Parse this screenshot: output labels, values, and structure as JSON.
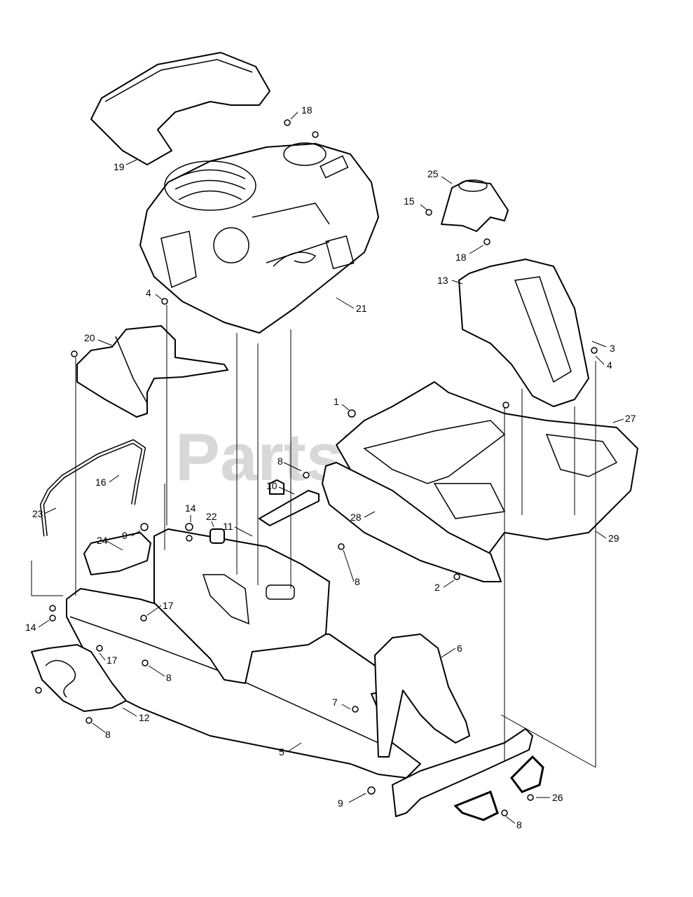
{
  "watermark": {
    "text": "PartsTree",
    "trademark": "™"
  },
  "callouts": [
    {
      "id": "c-18a",
      "label": "18"
    },
    {
      "id": "c-19",
      "label": "19"
    },
    {
      "id": "c-4a",
      "label": "4"
    },
    {
      "id": "c-21",
      "label": "21"
    },
    {
      "id": "c-20",
      "label": "20"
    },
    {
      "id": "c-15",
      "label": "15"
    },
    {
      "id": "c-25",
      "label": "25"
    },
    {
      "id": "c-18b",
      "label": "18"
    },
    {
      "id": "c-13",
      "label": "13"
    },
    {
      "id": "c-3",
      "label": "3"
    },
    {
      "id": "c-4b",
      "label": "4"
    },
    {
      "id": "c-27",
      "label": "27"
    },
    {
      "id": "c-1",
      "label": "1"
    },
    {
      "id": "c-16",
      "label": "16"
    },
    {
      "id": "c-23",
      "label": "23"
    },
    {
      "id": "c-8a",
      "label": "8"
    },
    {
      "id": "c-10",
      "label": "10"
    },
    {
      "id": "c-14a",
      "label": "14"
    },
    {
      "id": "c-22",
      "label": "22"
    },
    {
      "id": "c-11",
      "label": "11"
    },
    {
      "id": "c-9a",
      "label": "9"
    },
    {
      "id": "c-24",
      "label": "24"
    },
    {
      "id": "c-8b",
      "label": "8"
    },
    {
      "id": "c-28",
      "label": "28"
    },
    {
      "id": "c-29",
      "label": "29"
    },
    {
      "id": "c-2",
      "label": "2"
    },
    {
      "id": "c-17a",
      "label": "17"
    },
    {
      "id": "c-14b",
      "label": "14"
    },
    {
      "id": "c-6",
      "label": "6"
    },
    {
      "id": "c-17b",
      "label": "17"
    },
    {
      "id": "c-8c",
      "label": "8"
    },
    {
      "id": "c-7",
      "label": "7"
    },
    {
      "id": "c-12",
      "label": "12"
    },
    {
      "id": "c-8d",
      "label": "8"
    },
    {
      "id": "c-5",
      "label": "5"
    },
    {
      "id": "c-9b",
      "label": "9"
    },
    {
      "id": "c-26",
      "label": "26"
    },
    {
      "id": "c-8e",
      "label": "8"
    }
  ]
}
